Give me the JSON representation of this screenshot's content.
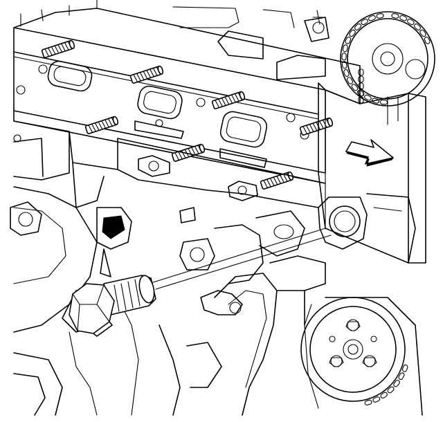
{
  "illustration": {
    "style": "black line art on white",
    "colors": {
      "line": "#000000",
      "background": "#ffffff"
    },
    "parts": [
      "cylinder-head",
      "exhaust-manifold-studs",
      "exhaust-ports",
      "camshaft-sprocket",
      "timing-chain",
      "crankshaft-sprocket",
      "engine-block",
      "sensor",
      "sensor-bore",
      "direction-arrow"
    ],
    "arrow_direction": "right",
    "stud_count": 7
  }
}
